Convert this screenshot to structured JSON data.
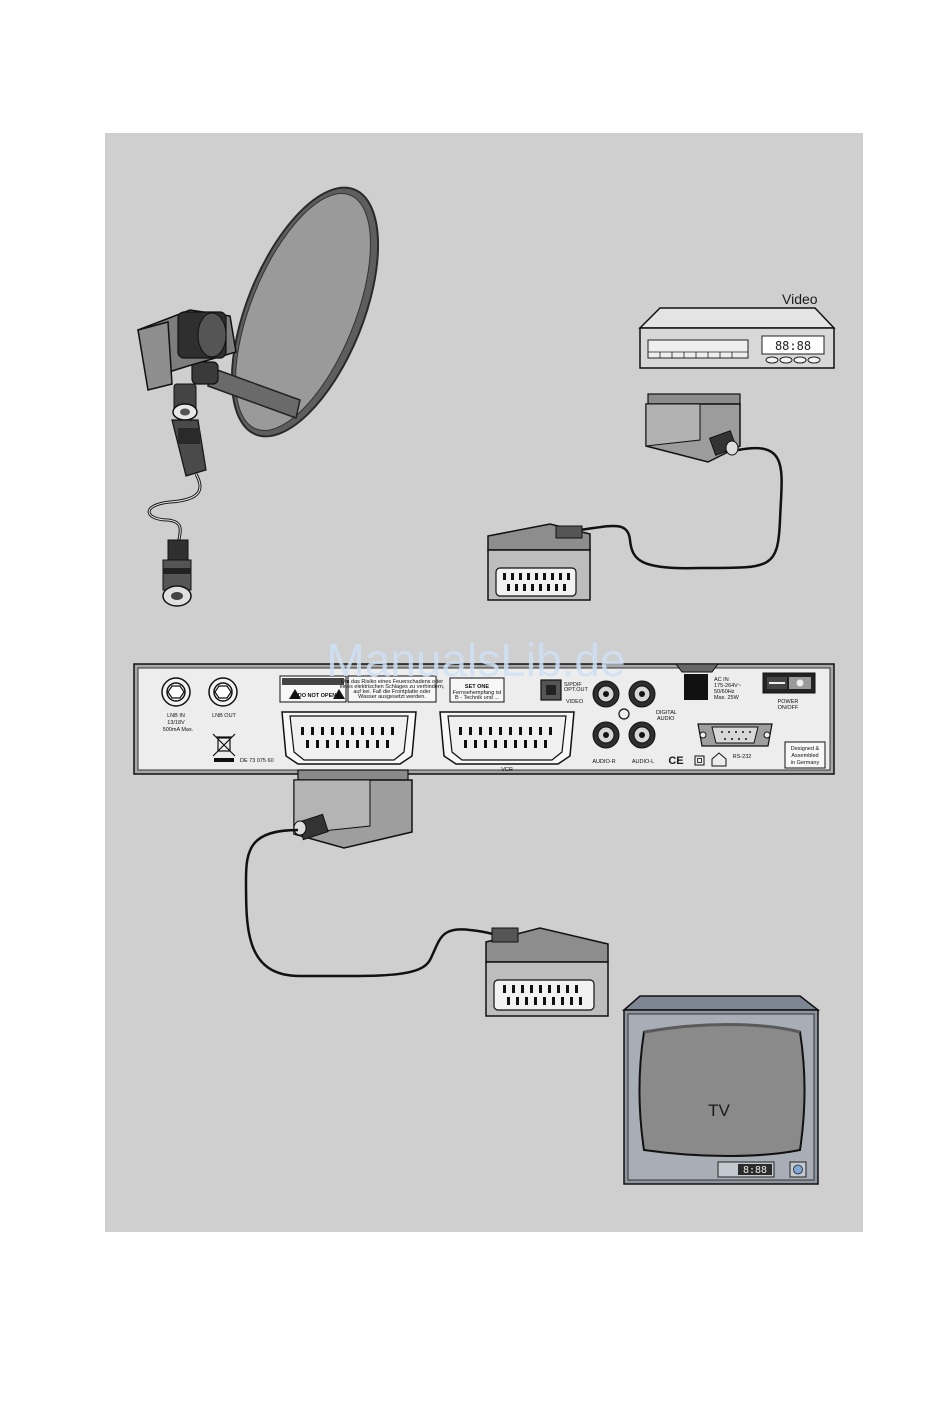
{
  "watermark": "ManualsLib.de",
  "devices": {
    "video_label": "Video",
    "video_display": "88:88",
    "tv_label": "TV",
    "tv_display": "8:88"
  },
  "receiver": {
    "lnb_in": "LNB IN",
    "lnb_in_spec1": "13/18V",
    "lnb_in_spec2": "500mA Max.",
    "lnb_out": "LNB OUT",
    "caution_title": "DO NOT OPEN",
    "warning_line1": "Um das Risiko eines Feuerschadens oder",
    "warning_line2": "eines elektrischen Schlages zu verhindern,",
    "warning_line3": "auf kei. Fall die Frontplatte oder",
    "warning_line4": "Wasser ausgesetzt werden.",
    "brand": "SET ONE",
    "brand_sub1": "Fernsehempfang ist",
    "brand_sub2": "B - Technik und ...",
    "spdif": "S/PDIF",
    "spdif_sub": "OPT.OUT",
    "video_port": "VIDEO",
    "digital": "DIGITAL",
    "audio": "AUDIO",
    "audio_r": "AUDIO-R",
    "audio_l": "AUDIO-L",
    "vcr": "VCR",
    "ac_in": "AC IN",
    "ac_spec1": "175-264V~",
    "ac_spec2": "50/60Hz",
    "ac_spec3": "Max. 25W",
    "power": "POWER",
    "power_sub": "ON/OFF",
    "rs232": "RS-232",
    "ce": "CE",
    "designed_line1": "Designed &",
    "designed_line2": "Assembled",
    "designed_line3": "in Germany",
    "weee": "DE 73 075 60"
  }
}
